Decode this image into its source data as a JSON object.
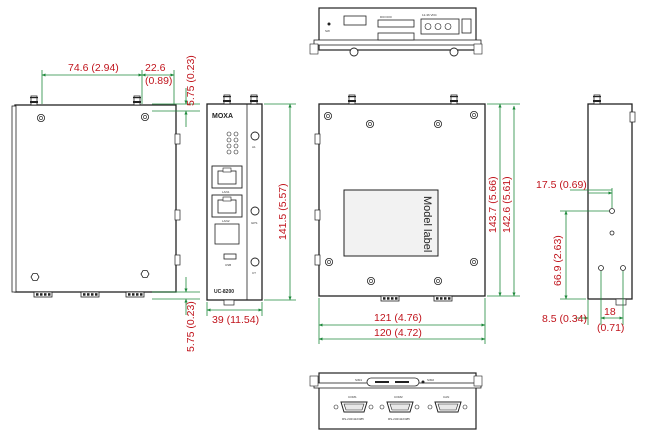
{
  "colors": {
    "dimension": "#1f8a3c",
    "dimension_text": "#c0141c",
    "outline": "#222222",
    "body_fill": "#ffffff",
    "label_fill": "#f2f2f2"
  },
  "dimensions": {
    "side_width": "74.6 (2.94)",
    "side_offset_top": "22.6",
    "side_offset_top_in": "(0.89)",
    "side_top_margin": "5.75 (0.23)",
    "side_bottom_margin": "5.75 (0.23)",
    "front_width": "39 (11.54)",
    "front_height": "141.5 (5.57)",
    "main_height_a": "143.7 (5.66)",
    "main_height_b": "142.6 (5.61)",
    "main_width_a": "121 (4.76)",
    "main_width_b": "120 (4.72)",
    "right_top": "17.5 (0.69)",
    "right_mid": "66.9 (2.63)",
    "right_bottom_left": "8.5 (0.34)",
    "right_bottom_right": "18",
    "right_bottom_right_in": "(0.71)"
  },
  "labels": {
    "model_label": "Model label",
    "brand": "MOXA",
    "model": "UC-8200",
    "port_lan1": "LAN1",
    "port_lan2": "LAN2",
    "port_usb": "USB",
    "ant_gps": "GPS",
    "ant_ct": "CT",
    "ant_a1": "A1",
    "bottom_com1": "COM1",
    "bottom_com2": "COM2",
    "bottom_can": "CAN",
    "bottom_sim1": "SIM1",
    "bottom_sim2": "SIM2",
    "bottom_rs1": "RS-232/422/485",
    "bottom_rs2": "RS-232/422/485",
    "top_dio": "DI0  DO0",
    "top_power": "12-36 VDC",
    "top_sw": "SW"
  },
  "icons": [
    "antenna-icon",
    "screw-hole-icon",
    "rj45-port-icon",
    "db9-connector-icon",
    "terminal-block-icon",
    "led-icon"
  ]
}
